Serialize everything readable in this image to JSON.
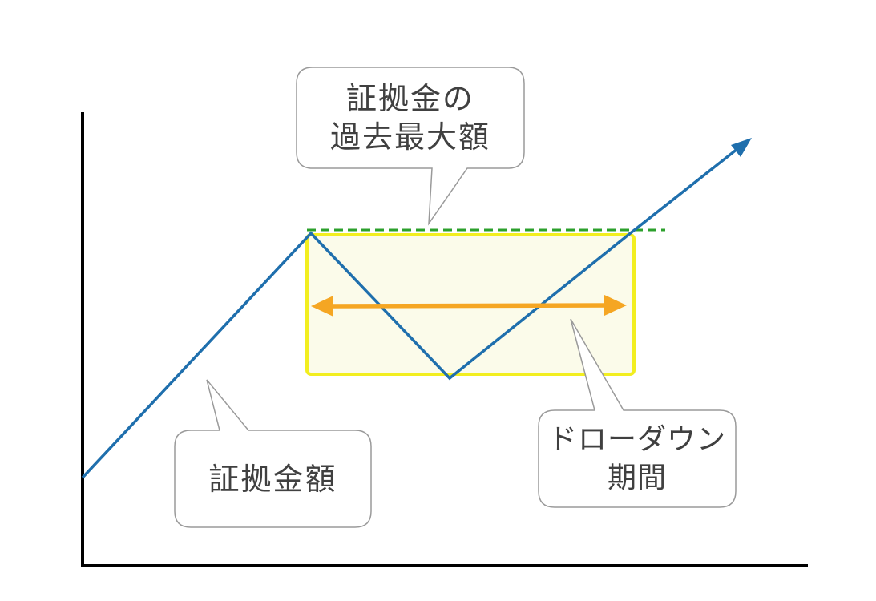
{
  "callouts": {
    "peak": {
      "line1": "証拠金の",
      "line2": "過去最大額"
    },
    "equity": {
      "line1": "証拠金額"
    },
    "drawdown": {
      "line1": "ドローダウン",
      "line2": "期間"
    }
  },
  "colors": {
    "equity_line": "#1f6fad",
    "peak_dashed_line": "#2ca02c",
    "drawdown_box_border": "#f2ee1f",
    "drawdown_box_fill": "#fbfbea",
    "period_arrow": "#f5a623",
    "axis": "#000000",
    "callout_border": "#9a9a9a",
    "callout_text": "#404040"
  }
}
